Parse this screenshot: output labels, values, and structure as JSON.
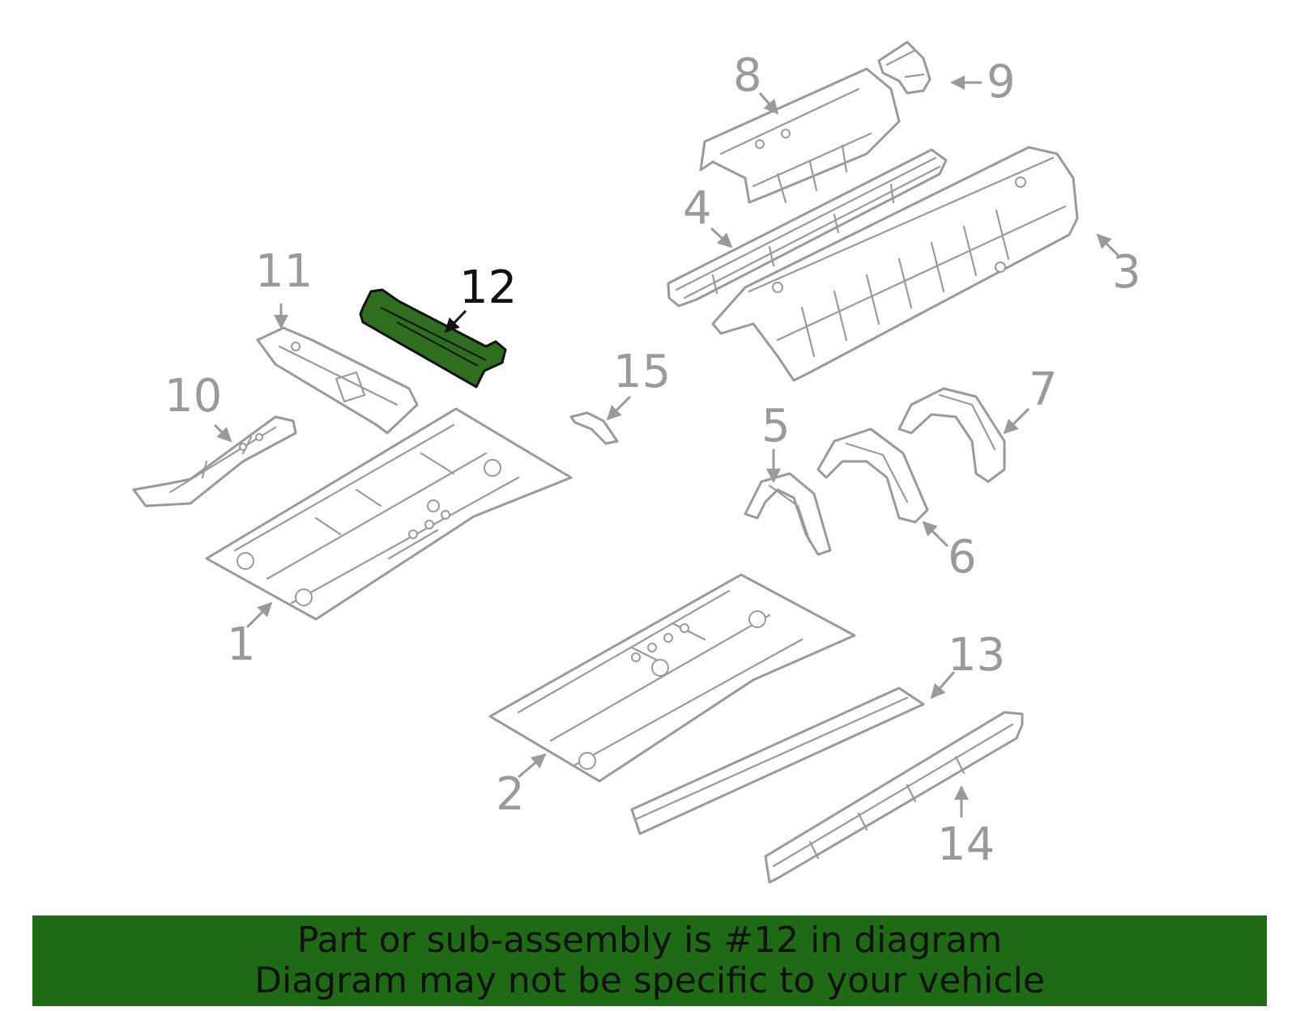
{
  "highlighted_part": "12",
  "callouts": {
    "c1": "1",
    "c2": "2",
    "c3": "3",
    "c4": "4",
    "c5": "5",
    "c6": "6",
    "c7": "7",
    "c8": "8",
    "c9": "9",
    "c10": "10",
    "c11": "11",
    "c12": "12",
    "c13": "13",
    "c14": "14",
    "c15": "15"
  },
  "banner": {
    "line1": "Part or sub-assembly is #12 in diagram",
    "line2": "Diagram may not be specific to your vehicle"
  },
  "colors": {
    "line": "#9a9a9a",
    "highlight_fill": "#2e6e1f",
    "banner_bg": "#1f6a14",
    "text_dark": "#111111"
  }
}
